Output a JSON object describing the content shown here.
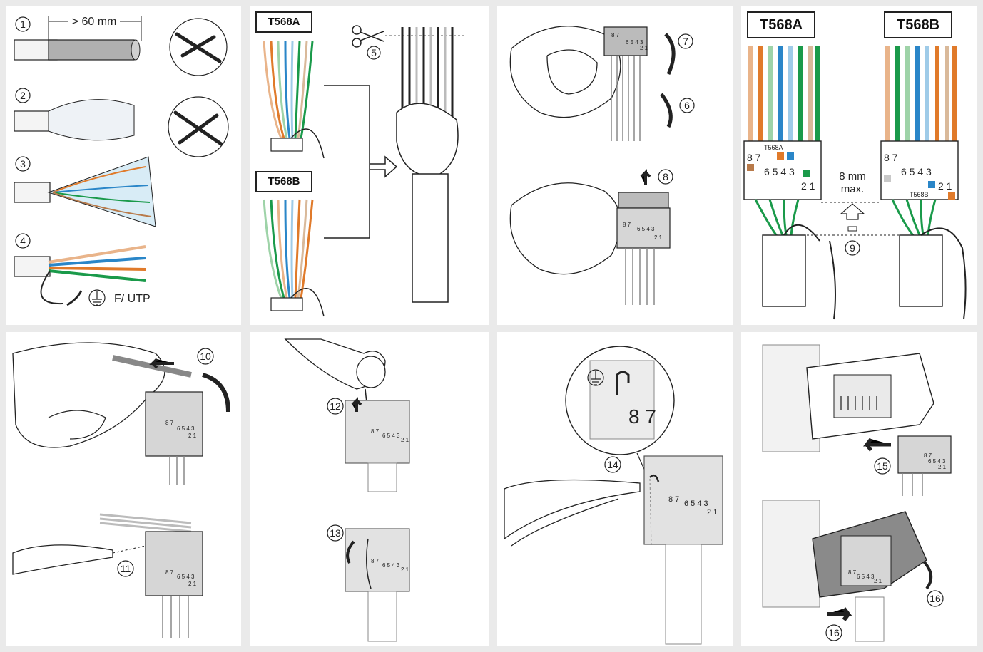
{
  "colors": {
    "orange": "#e07a2a",
    "orange_light": "#e9b48a",
    "green": "#1a9a4a",
    "green_light": "#9ed3a8",
    "blue": "#2a86c8",
    "blue_light": "#9fcbe8",
    "brown": "#b87a4a",
    "brown_light": "#d9b99a",
    "black": "#222222",
    "grey": "#c8c8c8"
  },
  "steps": {
    "s1": "1",
    "s2": "2",
    "s3": "3",
    "s4": "4",
    "s5": "5",
    "s6": "6",
    "s7": "7",
    "s8": "8",
    "s9": "9",
    "s10": "10",
    "s11": "11",
    "s12": "12",
    "s13": "13",
    "s14": "14",
    "s15": "15",
    "s16": "16"
  },
  "panel1": {
    "strip_length": "> 60 mm",
    "shield_label": "F/ UTP"
  },
  "panel2": {
    "label_a": "T568A",
    "label_b": "T568B"
  },
  "panel4": {
    "label_a": "T568A",
    "label_b": "T568B",
    "small_a": "T568A",
    "small_b": "T568B",
    "pins_top": "8 7",
    "pins_mid": "6 5 4 3",
    "pins_low": "2 1",
    "max_len": "8 mm",
    "max_word": "max."
  },
  "connector_pins": {
    "top": "8 7",
    "mid": "6 5 4 3",
    "low": "2 1"
  },
  "panel7": {
    "magnified_pins": "8 7"
  }
}
